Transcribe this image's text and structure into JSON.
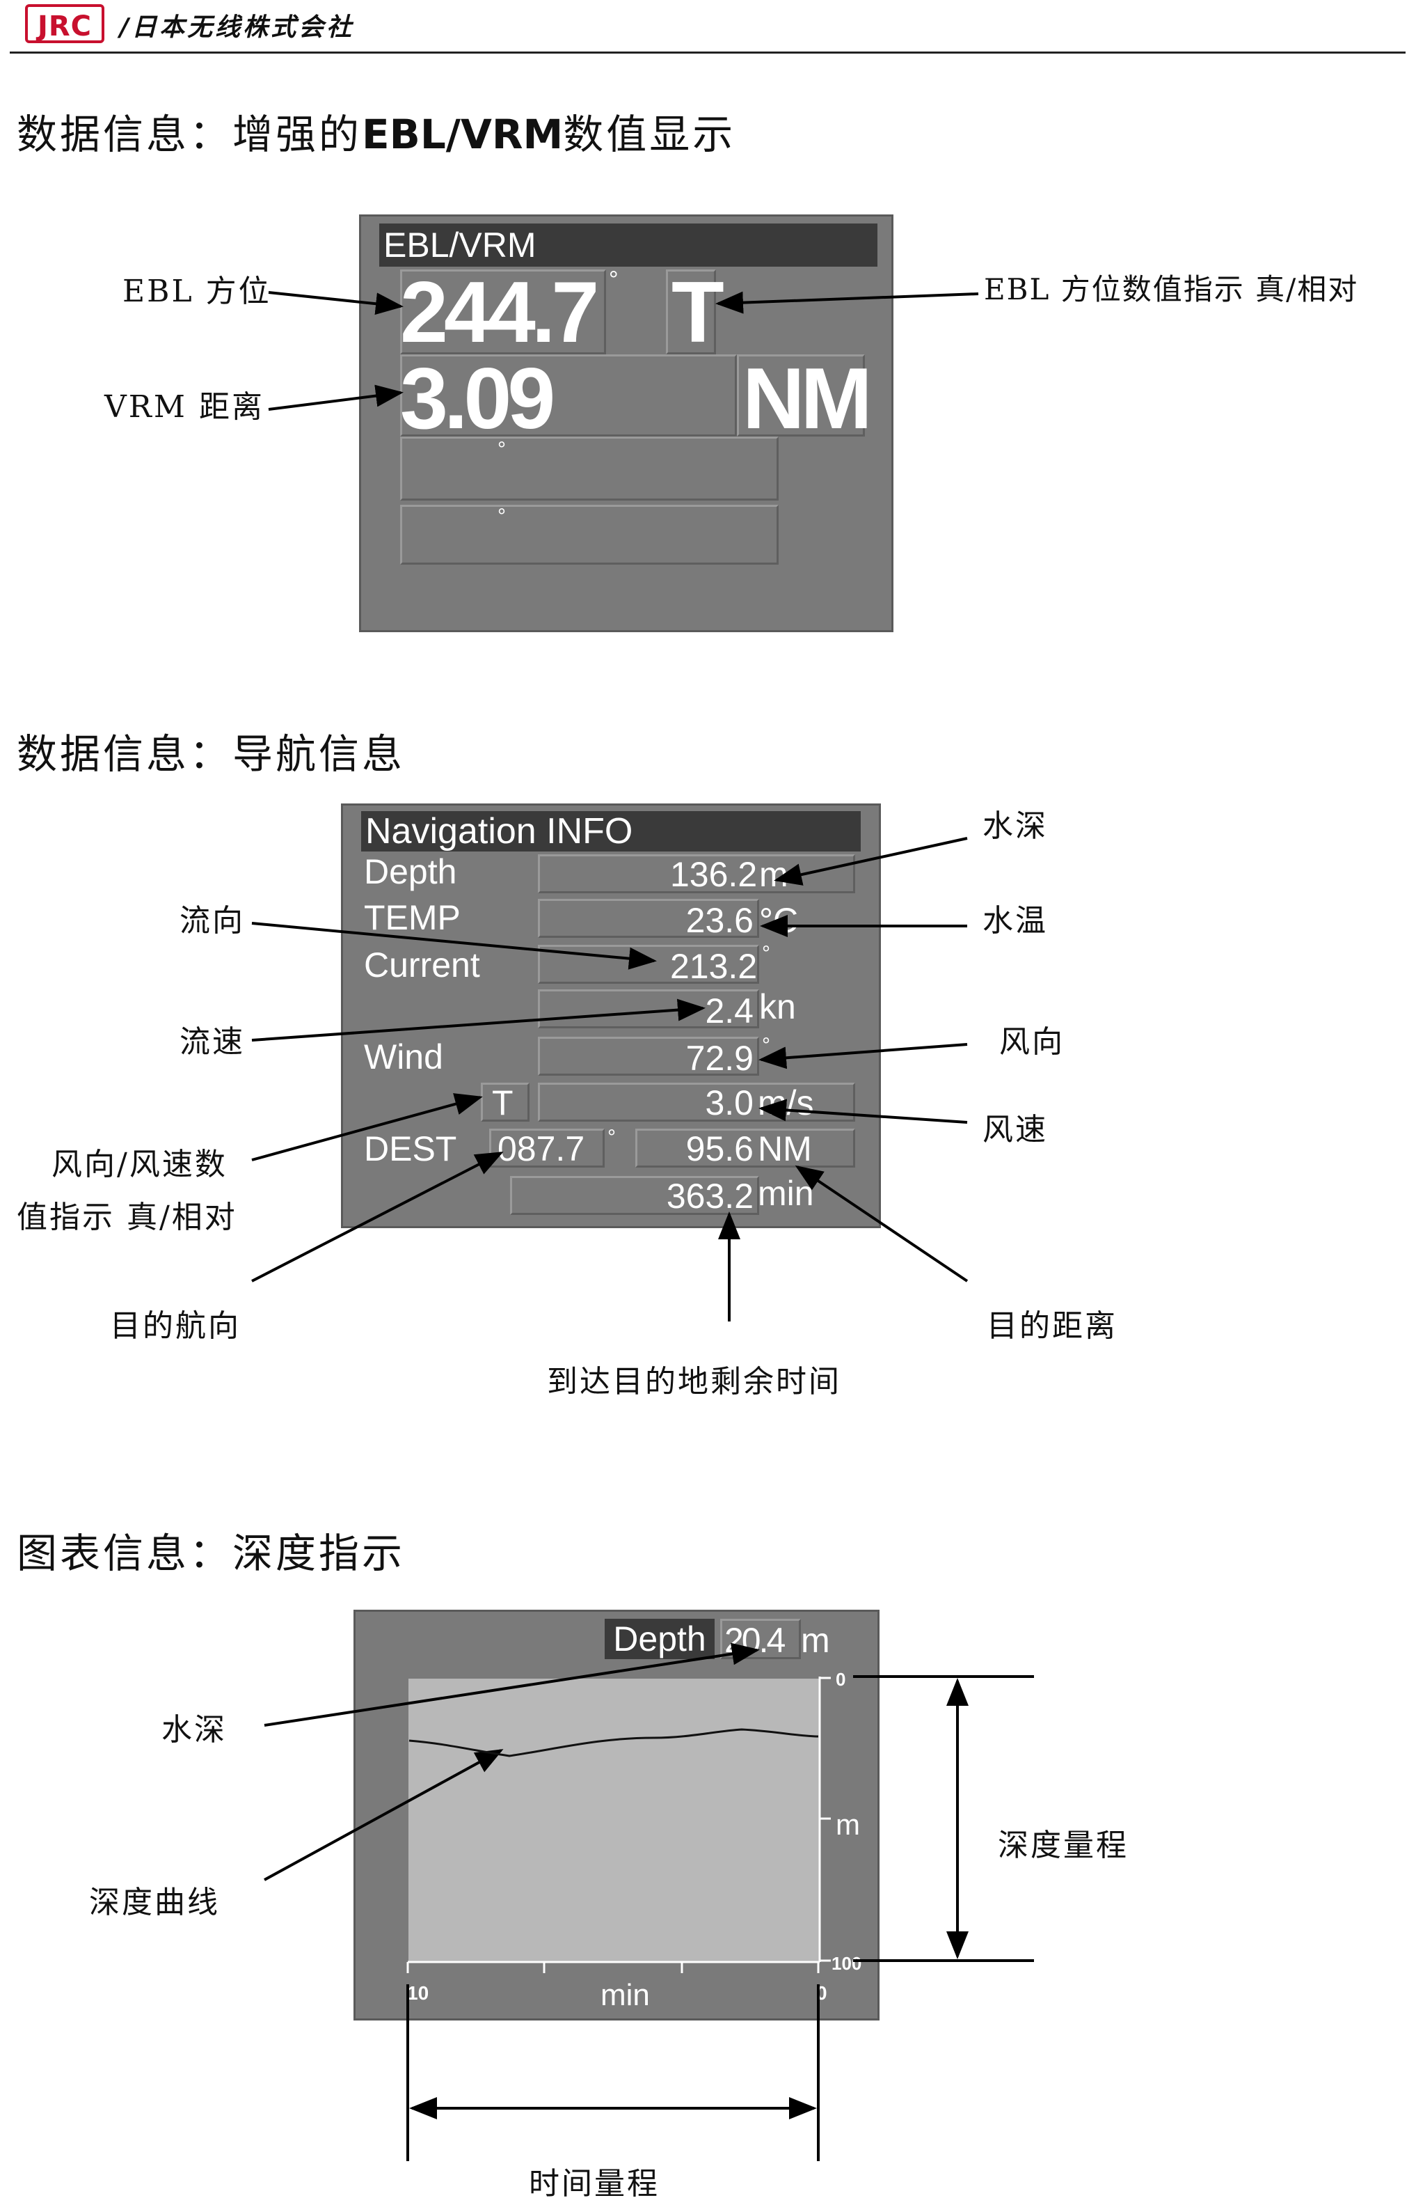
{
  "header": {
    "logo": "JRC",
    "company": "/日本无线株式会社"
  },
  "section1": {
    "title_prefix": "数据信息：增强的",
    "title_bold": "EBL/VRM",
    "title_suffix": "数值显示",
    "panel": {
      "title": "EBL/VRM",
      "ebl_value": "244.7",
      "ebl_unit": "°",
      "ebl_mode": "T",
      "vrm_value": "3.09",
      "vrm_unit": "NM",
      "row3_unit": "°",
      "row4_unit": "°"
    },
    "labels": {
      "ebl_bearing": "EBL 方位",
      "vrm_distance": "VRM 距离",
      "ebl_mode_indicator": "EBL 方位数值指示 真/相对"
    }
  },
  "section2": {
    "title": "数据信息：导航信息",
    "panel": {
      "title": "Navigation  INFO",
      "depth_label": "Depth",
      "depth_value": "136.2",
      "depth_unit": "m",
      "temp_label": "TEMP",
      "temp_value": "23.6",
      "temp_unit": "°C",
      "current_label": "Current",
      "current_dir": "213.2",
      "current_dir_unit": "°",
      "current_speed": "2.4",
      "current_speed_unit": "kn",
      "wind_label": "Wind",
      "wind_dir": "72.9",
      "wind_dir_unit": "°",
      "wind_mode": "T",
      "wind_speed": "3.0",
      "wind_speed_unit": "m/s",
      "dest_label": "DEST",
      "dest_course": "087.7",
      "dest_course_unit": "°",
      "dest_distance": "95.6",
      "dest_distance_unit": "NM",
      "dest_time": "363.2",
      "dest_time_unit": "min"
    },
    "labels": {
      "water_depth": "水深",
      "current_direction": "流向",
      "water_temp": "水温",
      "current_speed": "流速",
      "wind_direction": "风向",
      "wind_mode_line1": "风向/风速数",
      "wind_mode_line2": "值指示 真/相对",
      "wind_speed": "风速",
      "dest_course": "目的航向",
      "dest_distance": "目的距离",
      "time_to_go": "到达目的地剩余时间"
    }
  },
  "section3": {
    "title": "图表信息：深度指示",
    "panel": {
      "depth_label": "Depth",
      "depth_value": "20.4",
      "depth_unit": "m",
      "y_top": "0",
      "y_unit": "m",
      "y_bottom": "100",
      "x_left": "10",
      "x_unit": "min",
      "x_right": "0"
    },
    "labels": {
      "water_depth": "水深",
      "depth_curve": "深度曲线",
      "depth_range": "深度量程",
      "time_range": "时间量程"
    }
  }
}
